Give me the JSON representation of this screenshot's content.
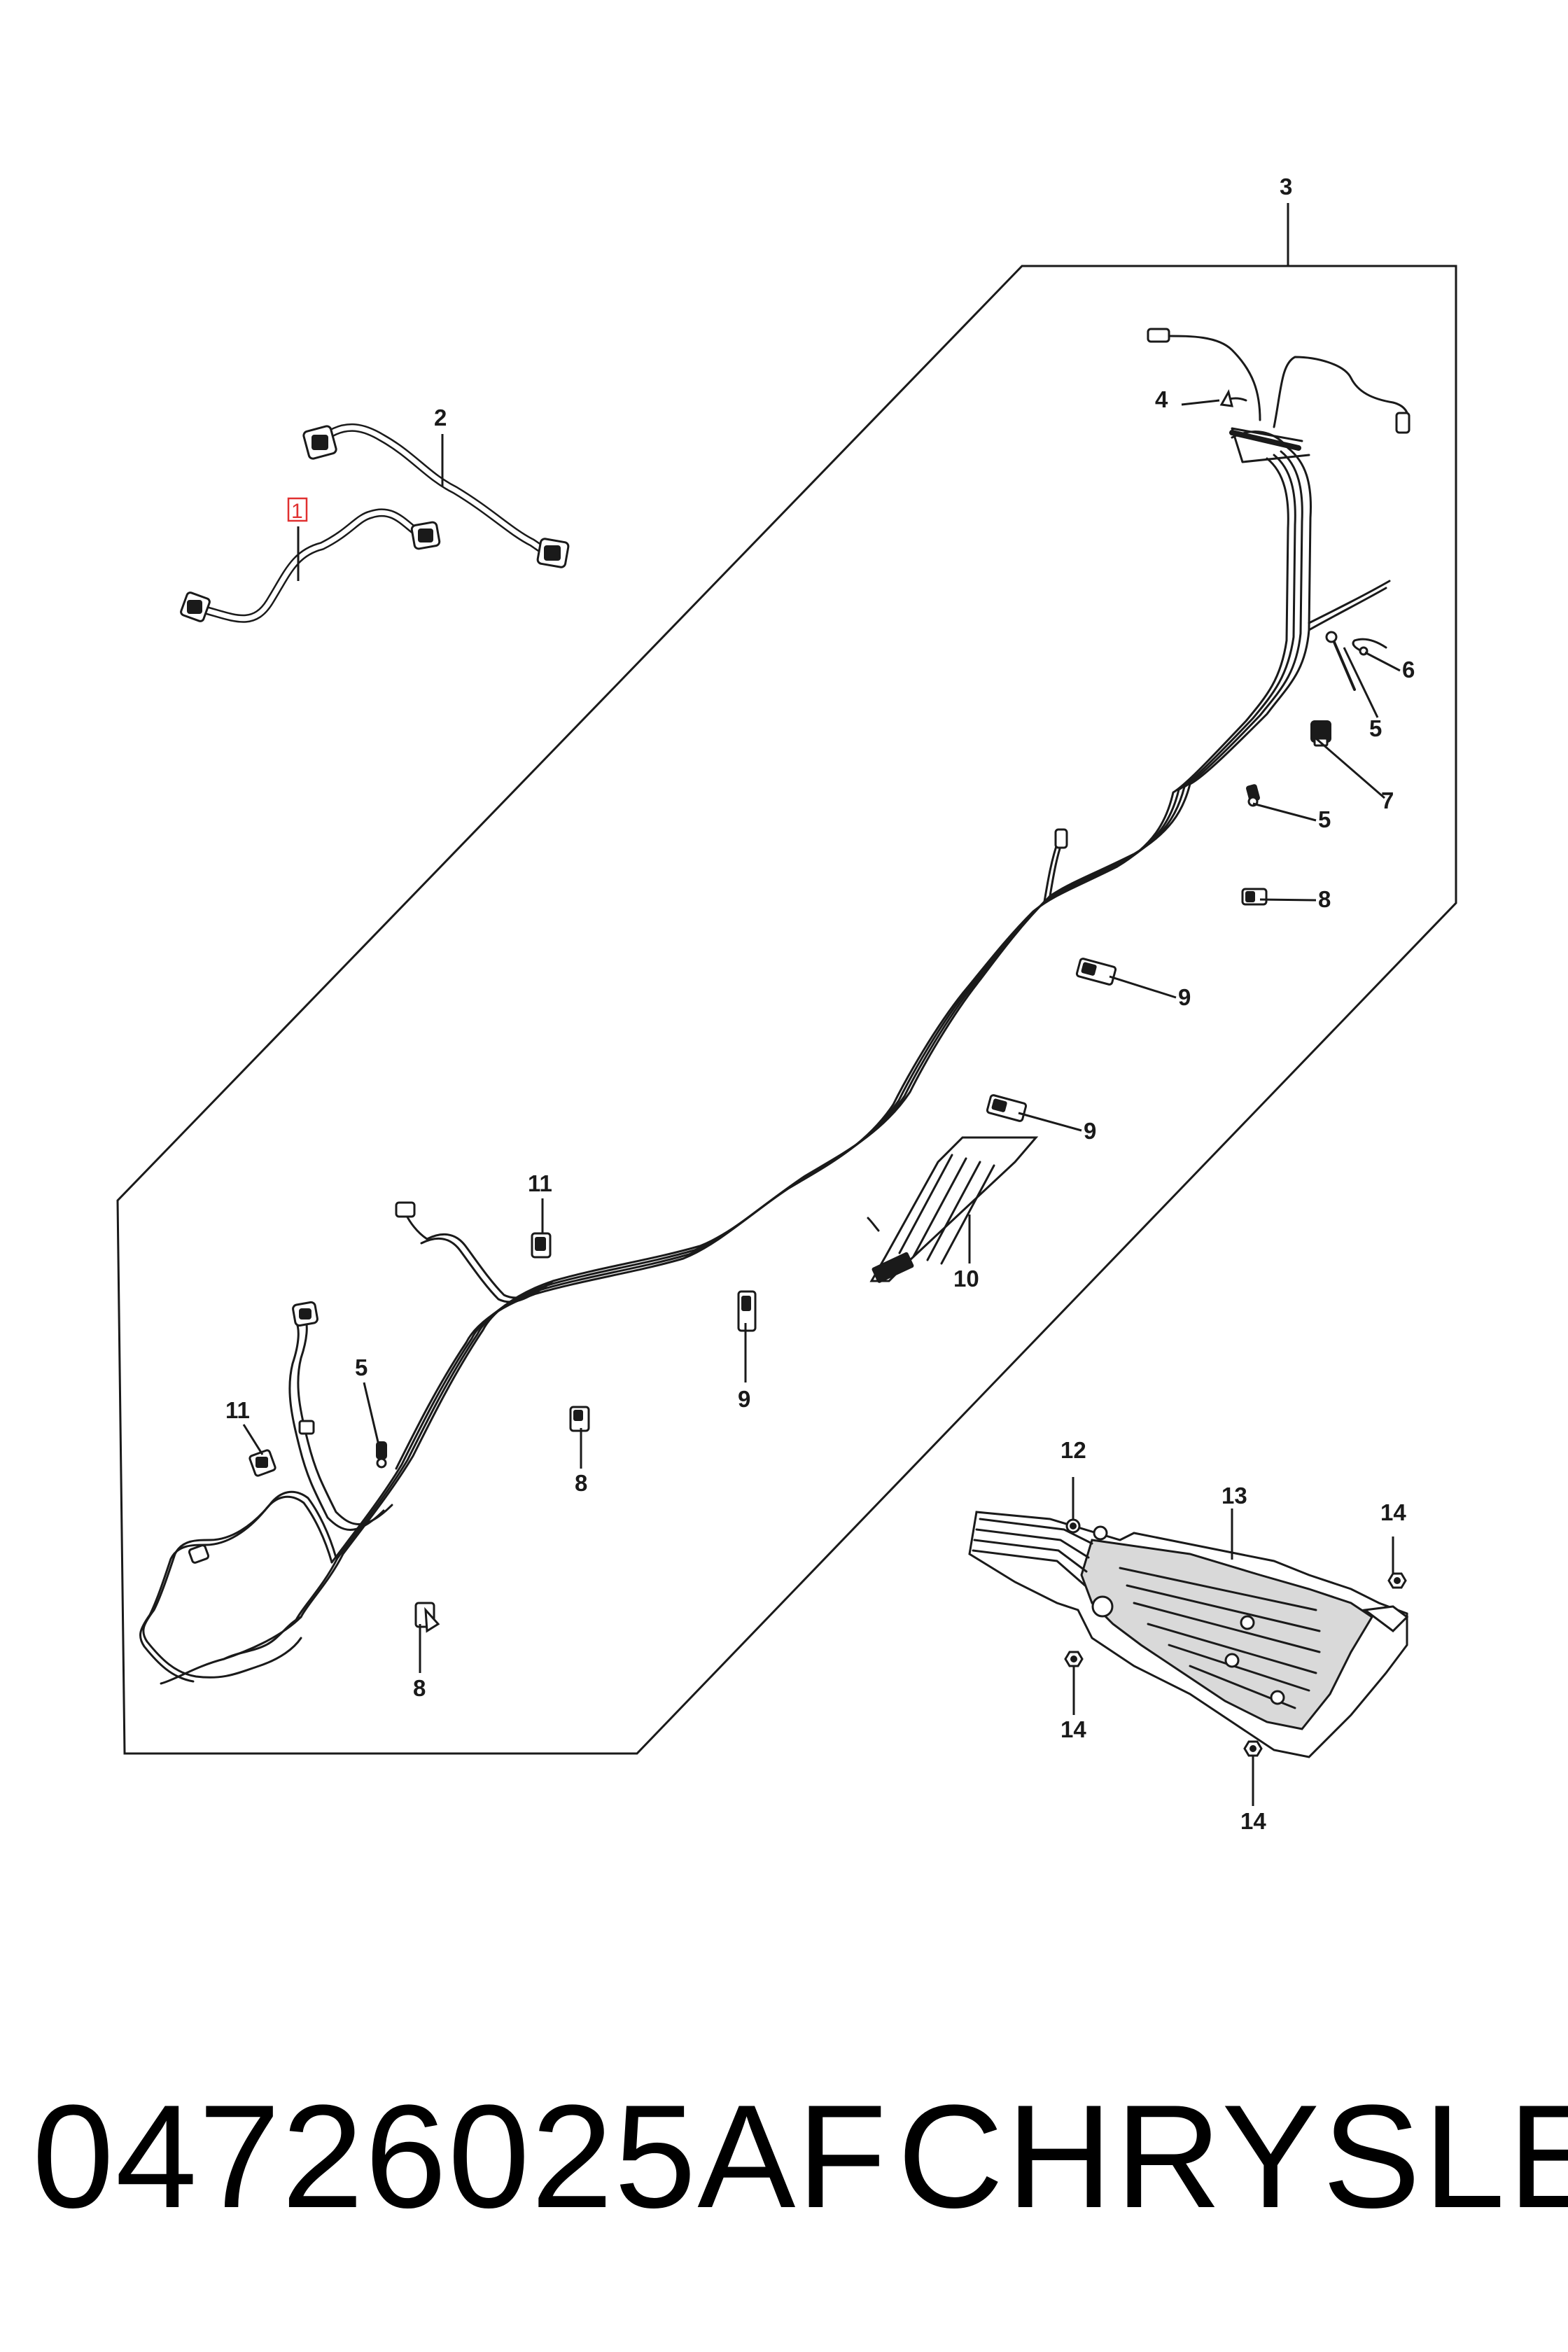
{
  "diagram": {
    "callouts": {
      "c1": "1",
      "c2": "2",
      "c3": "3",
      "c4": "4",
      "c5a": "5",
      "c5b": "5",
      "c5c": "5",
      "c6": "6",
      "c7": "7",
      "c8a": "8",
      "c8b": "8",
      "c8c": "8",
      "c9a": "9",
      "c9b": "9",
      "c9c": "9",
      "c10": "10",
      "c11a": "11",
      "c11b": "11",
      "c12": "12",
      "c13": "13",
      "c14a": "14",
      "c14b": "14",
      "c14c": "14"
    },
    "highlighted_callout": "1",
    "highlight_color": "#e03030"
  },
  "caption": {
    "part_number": "04726025AF",
    "brand": "CHRYSLER"
  }
}
